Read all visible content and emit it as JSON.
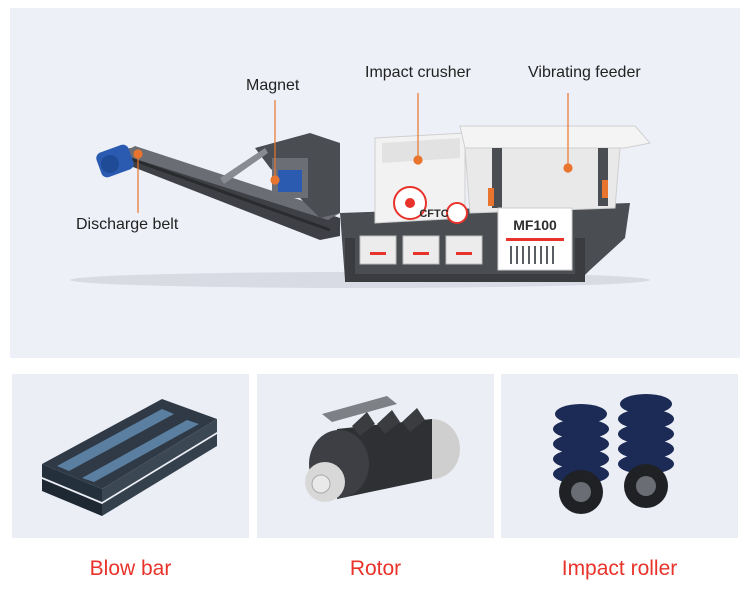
{
  "hero": {
    "labels": {
      "magnet": "Magnet",
      "impact_crusher": "Impact crusher",
      "vibrating_feeder": "Vibrating feeder",
      "discharge_belt": "Discharge belt"
    },
    "brand_logo": "CFTC",
    "model_badge": "MF100",
    "accent_color": "#e8742e"
  },
  "parts": [
    {
      "caption": "Blow bar",
      "icon": "blow-bar-image"
    },
    {
      "caption": "Rotor",
      "icon": "rotor-image"
    },
    {
      "caption": "Impact roller",
      "icon": "impact-roller-image"
    }
  ],
  "colors": {
    "caption_text": "#e8332a",
    "panel_bg": "#eceef6",
    "hero_bg": "#eef0f8",
    "machine_dark": "#4a4d52",
    "machine_light": "#f2f2f2"
  }
}
